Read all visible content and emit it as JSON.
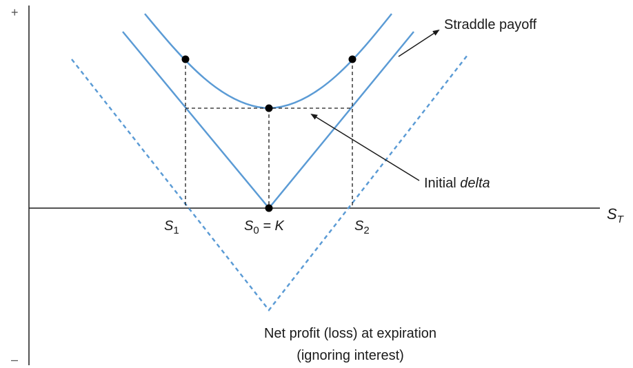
{
  "diagram": {
    "y_axis": {
      "positive_sign": "+",
      "negative_sign": "–"
    },
    "x_axis": {
      "label_main": "S",
      "label_sub": "T"
    },
    "ticks": {
      "s1": {
        "main": "S",
        "sub": "1"
      },
      "s0": {
        "main": "S",
        "sub": "0",
        "rest": " = K"
      },
      "s2": {
        "main": "S",
        "sub": "2"
      }
    },
    "annotations": {
      "straddle_payoff": "Straddle payoff",
      "initial_delta_prefix": "Initial ",
      "initial_delta_emph": "delta",
      "net_profit_line1": "Net profit (loss) at expiration",
      "net_profit_line2": "(ignoring interest)"
    },
    "colors": {
      "curve": "#5b9bd5",
      "axis": "#1a1a1a",
      "guide": "#1a1a1a"
    }
  }
}
